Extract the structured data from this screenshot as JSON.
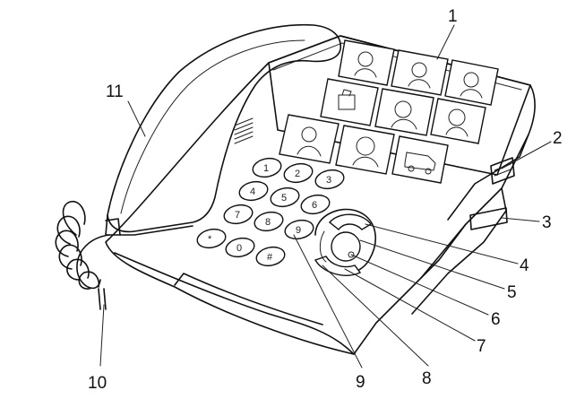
{
  "diagram": {
    "callouts": [
      {
        "id": "c1",
        "label": "1"
      },
      {
        "id": "c2",
        "label": "2"
      },
      {
        "id": "c3",
        "label": "3"
      },
      {
        "id": "c4",
        "label": "4"
      },
      {
        "id": "c5",
        "label": "5"
      },
      {
        "id": "c6",
        "label": "6"
      },
      {
        "id": "c7",
        "label": "7"
      },
      {
        "id": "c8",
        "label": "8"
      },
      {
        "id": "c9",
        "label": "9"
      },
      {
        "id": "c10",
        "label": "10"
      },
      {
        "id": "c11",
        "label": "11"
      }
    ],
    "keypad": {
      "keys": [
        "1",
        "2",
        "3",
        "4",
        "5",
        "6",
        "7",
        "8",
        "9",
        "*",
        "0",
        "#"
      ]
    },
    "photo_keys": {
      "icons": [
        "person-icon",
        "person-icon",
        "person-icon",
        "person-icon",
        "person-icon",
        "person-icon",
        "person-icon",
        "person-icon",
        "ambulance-icon"
      ]
    },
    "colors": {
      "line": "#111111",
      "background": "#ffffff"
    }
  }
}
